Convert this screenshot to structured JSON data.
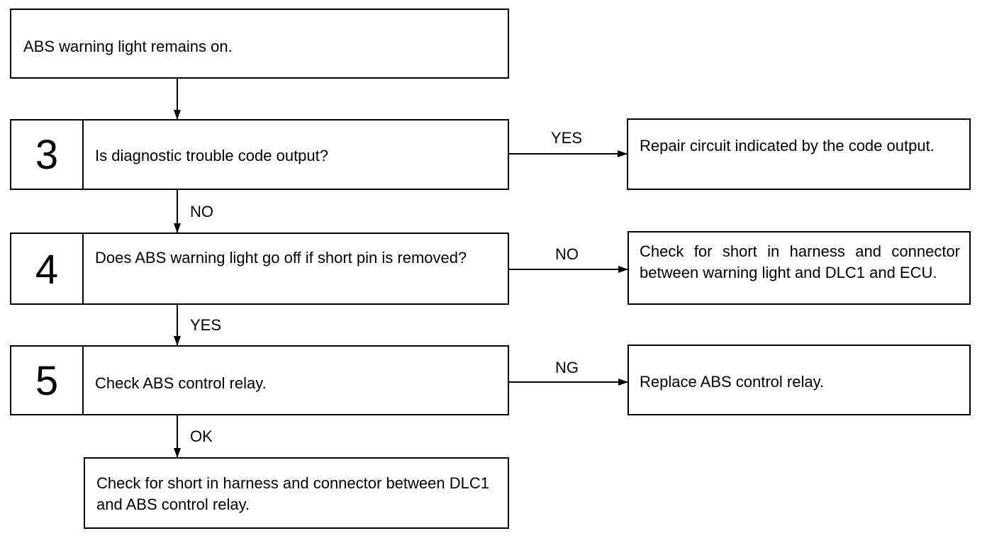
{
  "start": {
    "text": "ABS warning light remains on."
  },
  "steps": [
    {
      "number": "3",
      "question": "Is diagnostic trouble code output?"
    },
    {
      "number": "4",
      "question": "Does ABS warning light go off if short pin is removed?"
    },
    {
      "number": "5",
      "question": "Check ABS control relay."
    }
  ],
  "side_results": [
    {
      "branch": "YES",
      "text": "Repair circuit indicated by the code output."
    },
    {
      "branch": "NO",
      "text": "Check for short in harness and connector between warning light and DLC1 and ECU."
    },
    {
      "branch": "NG",
      "text": "Replace ABS control relay."
    }
  ],
  "down_labels": [
    "NO",
    "YES",
    "OK"
  ],
  "final": {
    "text": "Check for short in harness and connector between DLC1 and ABS control relay."
  }
}
